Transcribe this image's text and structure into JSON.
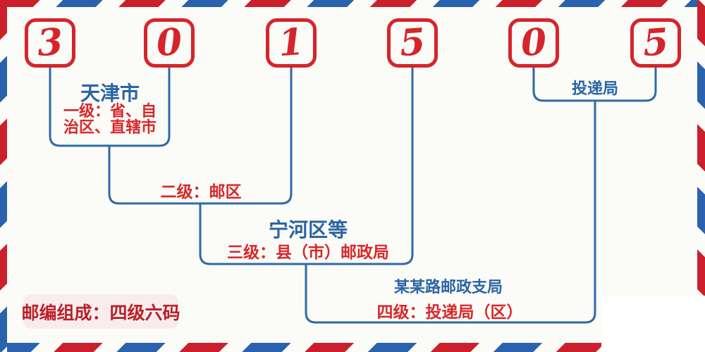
{
  "postal_code": {
    "digits": [
      "3",
      "0",
      "1",
      "5",
      "0",
      "5"
    ]
  },
  "annotations": {
    "level1": {
      "title": "天津市",
      "desc_lines": [
        "一级：省、自",
        "治区、直辖市"
      ]
    },
    "level2": {
      "desc": "二级：邮区"
    },
    "level3": {
      "title": "宁河区等",
      "desc": "三级：县（市）邮政局"
    },
    "level4": {
      "title": "某某路邮政支局",
      "desc": "四级：投递局（区）"
    },
    "delivery": {
      "title": "投递局"
    }
  },
  "badge": {
    "text": "邮编组成：四级六码"
  },
  "colors": {
    "digit_red": "#d5252b",
    "label_red": "#d7282a",
    "label_blue": "#2a64a4",
    "line_blue": "#2e6ba6",
    "stripe_red": "#cb1f2d",
    "stripe_blue": "#2a62ae",
    "badge_bg": "#f7edf0",
    "badge_text": "#bb2025"
  }
}
